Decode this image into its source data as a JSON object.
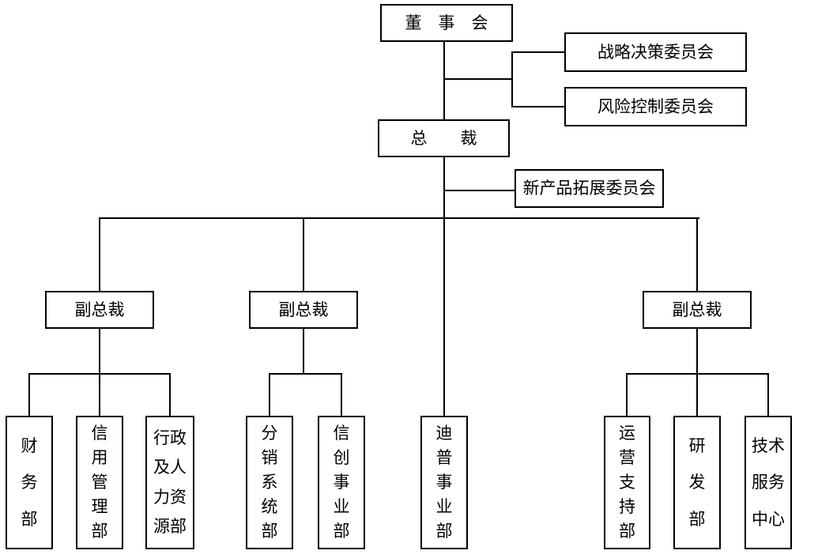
{
  "colors": {
    "background": "#ffffff",
    "line": "#000000",
    "box_border": "#000000",
    "text": "#000000"
  },
  "nodes": {
    "board": {
      "label": "董事会",
      "display": "董　事　会"
    },
    "strategy_committee": {
      "label": "战略决策委员会",
      "display": "战略决策委员会"
    },
    "risk_committee": {
      "label": "风险控制委员会",
      "display": "风险控制委员会"
    },
    "president": {
      "label": "总裁",
      "display": "总　　裁"
    },
    "new_product_committee": {
      "label": "新产品拓展委员会",
      "display": "新产品拓展委员会"
    },
    "vp_left": {
      "label": "副总裁",
      "display": "副总裁"
    },
    "vp_middle": {
      "label": "副总裁",
      "display": "副总裁"
    },
    "vp_right": {
      "label": "副总裁",
      "display": "副总裁"
    },
    "finance": {
      "label": "财务部",
      "lines": [
        "财",
        "务",
        "部"
      ]
    },
    "credit": {
      "label": "信用管理部",
      "lines": [
        "信",
        "用",
        "管",
        "理",
        "部"
      ]
    },
    "admin_hr": {
      "label": "行政及人力资源部",
      "lines": [
        "行政",
        "及人",
        "力资",
        "源部"
      ]
    },
    "distribution": {
      "label": "分销系统部",
      "lines": [
        "分",
        "销",
        "系",
        "统",
        "部"
      ]
    },
    "xinchuang": {
      "label": "信创事业部",
      "lines": [
        "信",
        "创",
        "事",
        "业",
        "部"
      ]
    },
    "dipu": {
      "label": "迪普事业部",
      "lines": [
        "迪",
        "普",
        "事",
        "业",
        "部"
      ]
    },
    "operations": {
      "label": "运营支持部",
      "lines": [
        "运",
        "营",
        "支",
        "持",
        "部"
      ]
    },
    "rnd": {
      "label": "研发部",
      "lines": [
        "研",
        "发",
        "部"
      ]
    },
    "tech_service": {
      "label": "技术服务中心",
      "lines": [
        "技术",
        "服务",
        "中心"
      ]
    }
  },
  "edges": [
    {
      "from": "board",
      "to": "strategy_committee"
    },
    {
      "from": "board",
      "to": "risk_committee"
    },
    {
      "from": "board",
      "to": "president"
    },
    {
      "from": "president",
      "to": "new_product_committee"
    },
    {
      "from": "president",
      "to": "vp_left"
    },
    {
      "from": "president",
      "to": "vp_middle"
    },
    {
      "from": "president",
      "to": "vp_right"
    },
    {
      "from": "president",
      "to": "dipu"
    },
    {
      "from": "vp_left",
      "to": "finance"
    },
    {
      "from": "vp_left",
      "to": "credit"
    },
    {
      "from": "vp_left",
      "to": "admin_hr"
    },
    {
      "from": "vp_middle",
      "to": "distribution"
    },
    {
      "from": "vp_middle",
      "to": "xinchuang"
    },
    {
      "from": "vp_right",
      "to": "operations"
    },
    {
      "from": "vp_right",
      "to": "rnd"
    },
    {
      "from": "vp_right",
      "to": "tech_service"
    }
  ]
}
